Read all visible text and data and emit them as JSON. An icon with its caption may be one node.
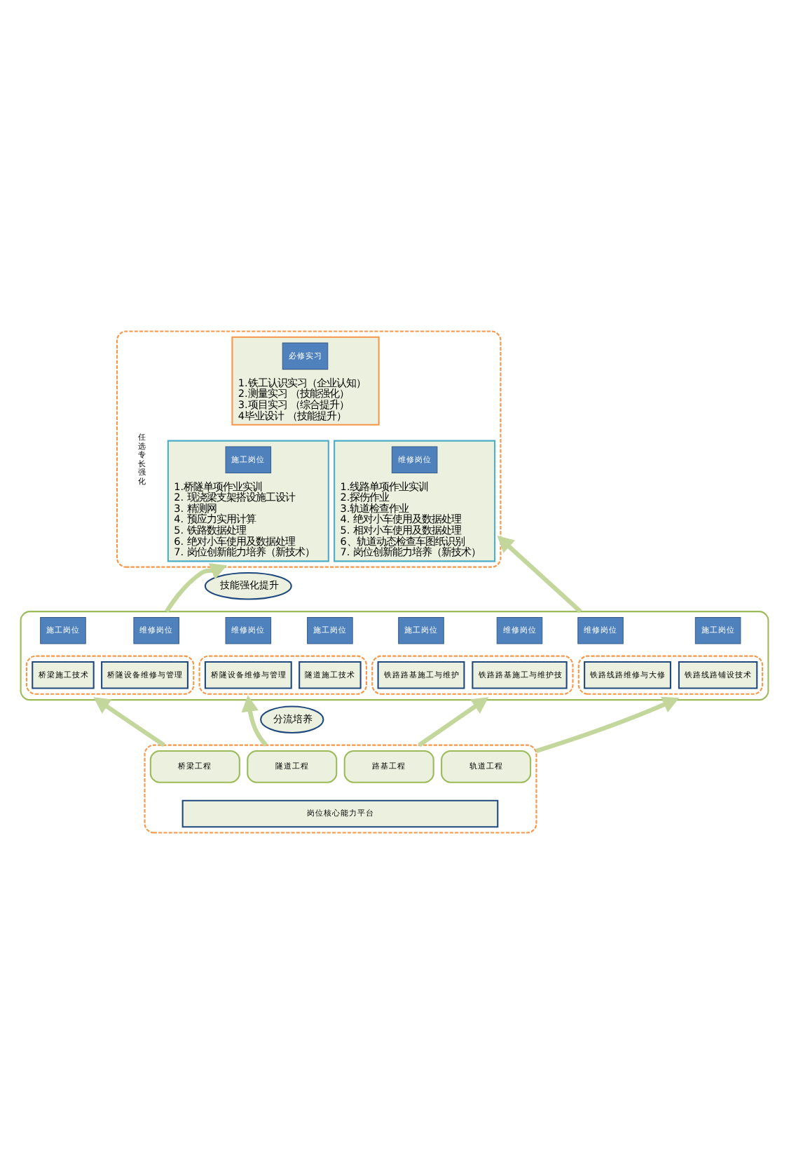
{
  "diagram": {
    "nodes": [
      {
        "text": [],
        "shape": "box"
      },
      {
        "text": [
          "1.铁工认识实习（企业认知）",
          "2.测量实习 （技能强化）",
          "3.项目实习 （综合提升）",
          "4毕业设计 （技能提升）"
        ],
        "in": 0
      },
      {
        "text": [
          "必修实习"
        ],
        "in": 1
      },
      {
        "text": [
          "1.桥隧单项作业实训",
          "2. 现浇梁支架搭设施工设计",
          "3. 精测网",
          "4. 预应力实用计算",
          "5. 铁路数据处理",
          "6. 绝对小车使用及数据处理",
          "7. 岗位创新能力培养（新技术）"
        ],
        "in": 0
      },
      {
        "text": [
          "施工岗位"
        ],
        "in": 3
      },
      {
        "text": [
          "1.线路单项作业实训",
          "2.探伤作业",
          "3.轨道检查作业",
          "4. 绝对小车使用及数据处理",
          "5. 相对小车使用及数据处理",
          "6、轨道动态检查车图纸识别",
          "7. 岗位创新能力培养（新技术）"
        ],
        "in": 0
      },
      {
        "text": [
          "维修岗位"
        ],
        "in": 5
      },
      {
        "text": [
          "技能强化提升"
        ]
      },
      {
        "text": [],
        "shape": "box"
      },
      {
        "text": [
          "施工岗位"
        ],
        "in": 8
      },
      {
        "text": [
          "维修岗位"
        ],
        "in": 8
      },
      {
        "text": [
          "维修岗位"
        ],
        "in": 8
      },
      {
        "text": [
          "施工岗位"
        ],
        "in": 8
      },
      {
        "text": [
          "施工岗位"
        ],
        "in": 8
      },
      {
        "text": [
          "维修岗位"
        ],
        "in": 8
      },
      {
        "text": [
          "维修岗位"
        ],
        "in": 8
      },
      {
        "text": [
          "施工岗位"
        ],
        "in": 8
      },
      {
        "text": [],
        "shape": "box",
        "in": 8
      },
      {
        "text": [
          "桥梁施工技术"
        ],
        "in": 17
      },
      {
        "text": [
          "桥隧设备维修与管理"
        ],
        "in": 17
      },
      {
        "text": [],
        "shape": "box",
        "in": 8
      },
      {
        "text": [
          "桥隧设备维修与管理"
        ],
        "in": 20
      },
      {
        "text": [
          "隧道施工技术"
        ],
        "in": 20
      },
      {
        "text": [],
        "shape": "box",
        "in": 8
      },
      {
        "text": [
          "铁路路基施工与维护"
        ],
        "in": 23
      },
      {
        "text": [
          "铁路路基施工与维护技"
        ],
        "in": 23
      },
      {
        "text": [],
        "shape": "box",
        "in": 8
      },
      {
        "text": [
          "铁路线路维修与大修"
        ],
        "in": 26
      },
      {
        "text": [
          "铁路线路铺设技术"
        ],
        "in": 26
      },
      {
        "text": [
          "分流培养"
        ]
      },
      {
        "text": [],
        "shape": "box"
      },
      {
        "text": [
          "桥梁工程"
        ],
        "in": 30
      },
      {
        "text": [
          "隧道工程"
        ],
        "in": 30
      },
      {
        "text": [
          "路基工程"
        ],
        "in": 30
      },
      {
        "text": [
          "轨道工程"
        ],
        "in": 30
      },
      {
        "text": [
          "岗位核心能力平台"
        ],
        "in": 30
      }
    ],
    "edges": [
      {
        "from": 8,
        "to": 0,
        "arrow": "to"
      },
      {
        "from": 8,
        "to": 0,
        "arrow": "to"
      },
      {
        "from": 30,
        "to": 8,
        "arrow": "to"
      },
      {
        "from": 30,
        "to": 8,
        "arrow": "to"
      },
      {
        "from": 30,
        "to": 8,
        "arrow": "to"
      },
      {
        "from": 30,
        "to": 8,
        "arrow": "to"
      }
    ],
    "labels": [
      "任选专长强化"
    ]
  }
}
